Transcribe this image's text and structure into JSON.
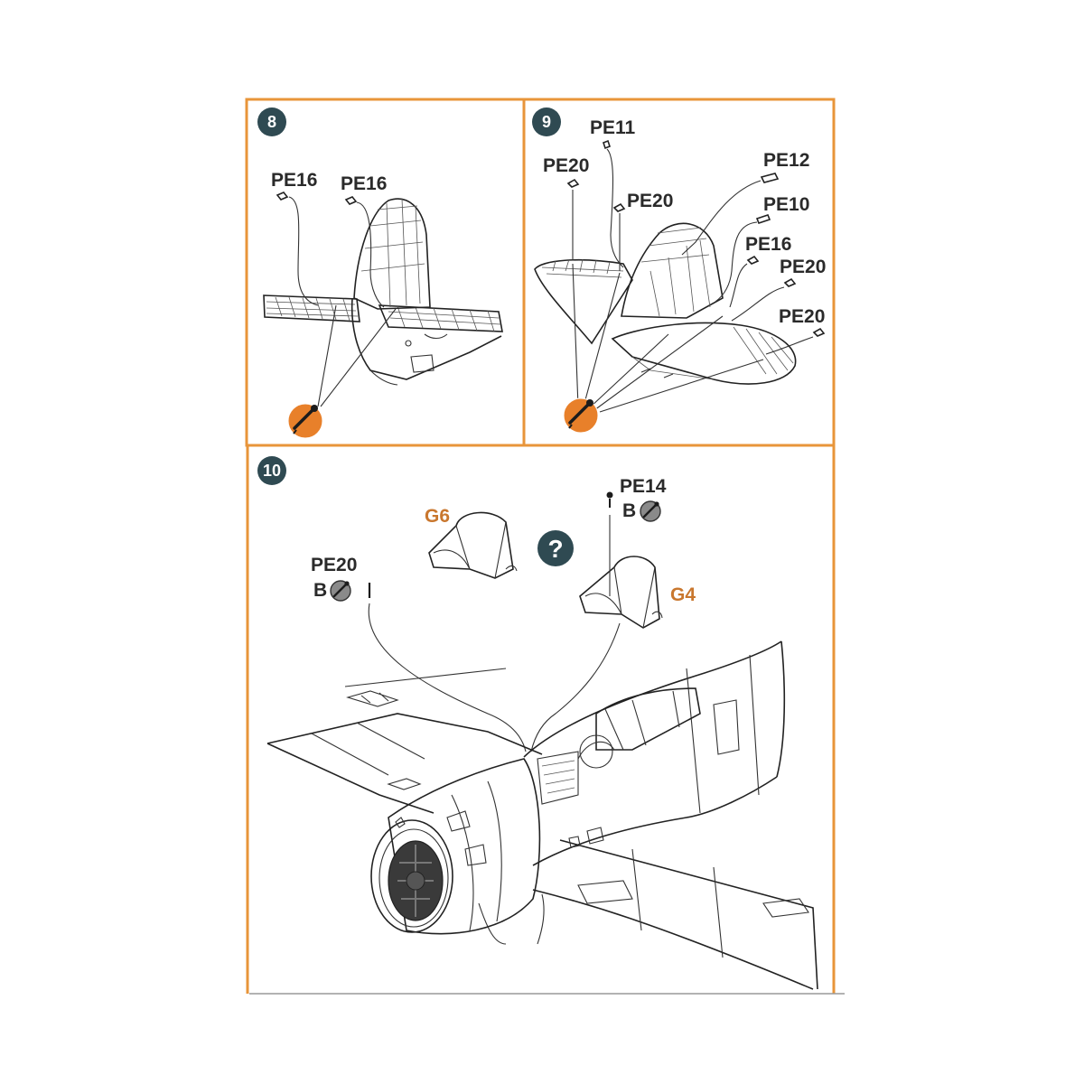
{
  "colors": {
    "frame": "#e8953a",
    "step_badge": "#2f4a52",
    "glue_icon": "#e8802a",
    "label_orange": "#c9772e",
    "text": "#2a2a2a",
    "gray_icon": "#8a8a8a"
  },
  "steps": {
    "s8": {
      "number": "8",
      "labels": {
        "pe16_a": "PE16",
        "pe16_b": "PE16"
      },
      "icons": [
        "glue-icon"
      ]
    },
    "s9": {
      "number": "9",
      "labels": {
        "pe11": "PE11",
        "pe20_a": "PE20",
        "pe20_b": "PE20",
        "pe12": "PE12",
        "pe10": "PE10",
        "pe16": "PE16",
        "pe20_c": "PE20",
        "pe20_d": "PE20"
      },
      "icons": [
        "glue-icon"
      ]
    },
    "s10": {
      "number": "10",
      "question": "?",
      "labels": {
        "g6": "G6",
        "g4": "G4",
        "pe14": "PE14",
        "pe14_variant": "B",
        "pe20": "PE20",
        "pe20_variant": "B"
      },
      "icons": [
        "paint-gray-icon",
        "question-icon"
      ]
    }
  }
}
